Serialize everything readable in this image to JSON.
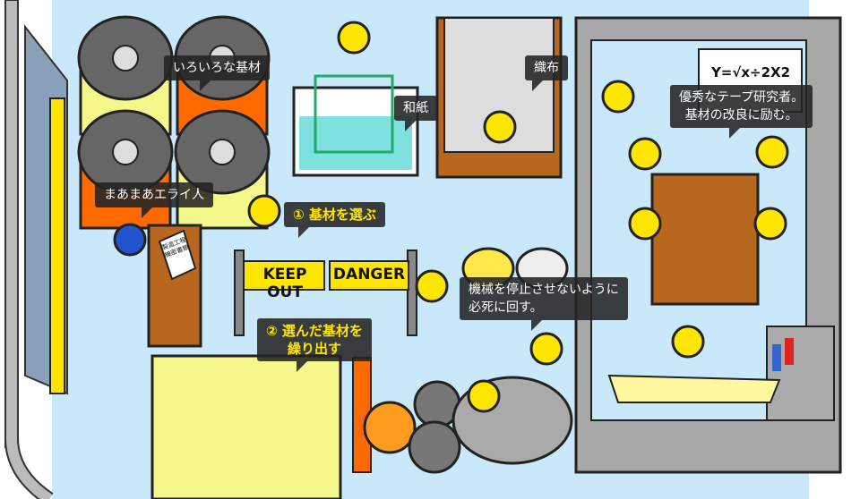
{
  "labels": {
    "substrates": "いろいろな基材",
    "washi": "和紙",
    "woven": "織布",
    "researcher_1": "優秀なテープ研究者。",
    "researcher_2": "基材の改良に励む。",
    "boss": "まあまあエライ人",
    "step1": "① 基材を選ぶ",
    "machine_1": "機械を停止させないように",
    "machine_2": "必死に回す。",
    "step2_1": "② 選んだ基材を",
    "step2_2": "繰り出す"
  },
  "signs": {
    "keep_out": "KEEP OUT",
    "danger": "DANGER",
    "whiteboard_formula": "Y=√x÷2X2",
    "document": "製造工程 機密書類"
  },
  "colors": {
    "sky": "#c9e8fa",
    "helmet": "#ffe600",
    "room": "#9a9a9a",
    "orange": "#ff6a00"
  }
}
